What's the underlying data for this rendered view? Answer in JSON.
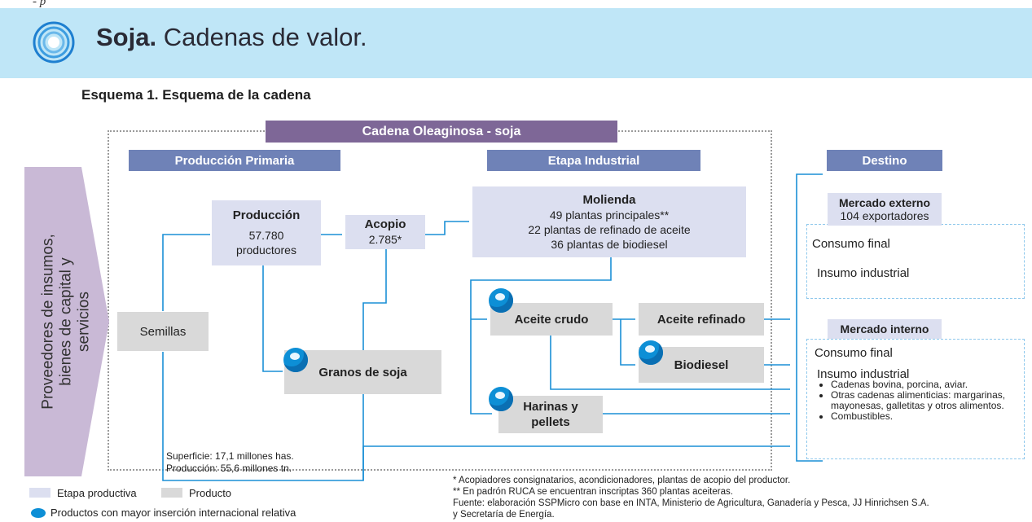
{
  "top_caption": "- p",
  "title": {
    "bold": "Soja.",
    "rest": " Cadenas de valor."
  },
  "subtitle": "Esquema 1. Esquema de la cadena",
  "chain_header": "Cadena Oleaginosa - soja",
  "headers": {
    "primaria": "Producción Primaria",
    "industrial": "Etapa Industrial",
    "destino": "Destino"
  },
  "proveedores": "Proveedores de insumos,\nbienes de capital y\nservicios",
  "nodes": {
    "produccion_title": "Producción",
    "produccion_count": "57.780",
    "produccion_sub": "productores",
    "acopio_title": "Acopio",
    "acopio_count": "2.785*",
    "molienda_title": "Molienda",
    "molienda_l1": "49 plantas principales**",
    "molienda_l2": "22 plantas de refinado de aceite",
    "molienda_l3": "36 plantas de biodiesel",
    "semillas": "Semillas",
    "granos": "Granos de soja",
    "aceite_crudo": "Aceite crudo",
    "aceite_refinado": "Aceite refinado",
    "biodiesel": "Biodiesel",
    "harinas_l1": "Harinas y",
    "harinas_l2": "pellets"
  },
  "superficie": "Superficie: 17,1 millones has.",
  "produccion_tn": "Producción: 55,6 millones tn.",
  "destino": {
    "externo_title": "Mercado externo",
    "externo_sub": "104 exportadores",
    "externo_consumo": "Consumo final",
    "externo_insumo": "Insumo industrial",
    "interno_title": "Mercado interno",
    "interno_consumo": "Consumo final",
    "interno_insumo": "Insumo industrial",
    "bullets": [
      "Cadenas bovina, porcina, aviar.",
      "Otras cadenas alimenticias: margarinas, mayonesas, galletitas y otros alimentos.",
      "Combustibles."
    ]
  },
  "legend": {
    "etapa": "Etapa productiva",
    "producto": "Producto",
    "globo": "Productos con mayor inserción internacional relativa"
  },
  "notes": {
    "n1": "* Acopiadores consignatarios, acondicionadores, plantas de acopio del productor.",
    "n2": "** En padrón RUCA se encuentran inscriptas 360 plantas aceiteras.",
    "n3": "Fuente: elaboración SSPMicro con base en INTA, Ministerio de Agricultura, Ganadería y Pesca, JJ Hinrichsen S.A.",
    "n4": "y Secretaría de Energía."
  },
  "colors": {
    "banner": "#bfe6f7",
    "cadena": "#7e6797",
    "header": "#6f82b7",
    "stage": "#dcdff0",
    "product": "#d9d9d9",
    "arrow": "#1a8fd6"
  }
}
